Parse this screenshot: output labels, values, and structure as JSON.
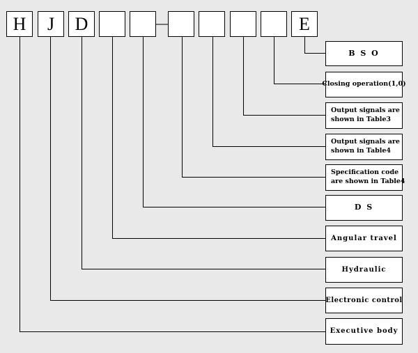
{
  "code_boxes": [
    "H",
    "J",
    "D",
    "",
    "",
    "",
    "",
    "",
    "",
    "E"
  ],
  "labels": [
    {
      "id": "bso",
      "lines": [
        "B S O"
      ]
    },
    {
      "id": "closing",
      "lines": [
        "Closing operation(1,0)"
      ]
    },
    {
      "id": "output3",
      "lines": [
        "Output signals are",
        "shown in Table3"
      ]
    },
    {
      "id": "output4",
      "lines": [
        "Output signals are",
        "shown in Table4"
      ]
    },
    {
      "id": "spec",
      "lines": [
        "Specification code",
        "are shown in Table4"
      ]
    },
    {
      "id": "ds",
      "lines": [
        "D  S"
      ]
    },
    {
      "id": "angular",
      "lines": [
        "Angular travel"
      ]
    },
    {
      "id": "hydraulic",
      "lines": [
        "Hydraulic"
      ]
    },
    {
      "id": "electronic",
      "lines": [
        "Electronic control"
      ]
    },
    {
      "id": "executive",
      "lines": [
        "Executive body"
      ]
    }
  ]
}
